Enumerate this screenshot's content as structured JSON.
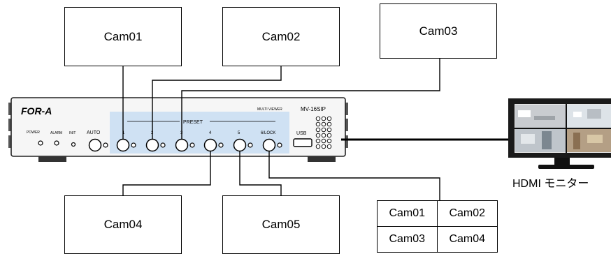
{
  "cameras": {
    "cam01": "Cam01",
    "cam02": "Cam02",
    "cam03": "Cam03",
    "cam04": "Cam04",
    "cam05": "Cam05"
  },
  "multiview": [
    "Cam01",
    "Cam02",
    "Cam03",
    "Cam04"
  ],
  "device": {
    "brand": "FOR-A",
    "subtitle": "MULTI VIEWER",
    "model": "MV-16SIP",
    "preset_label": "PRESET",
    "power": "POWER",
    "alarm": "ALARM",
    "init": "INIT",
    "auto": "AUTO",
    "usb": "USB",
    "buttons": [
      "1",
      "2",
      "3",
      "4",
      "5",
      "6/LOCK"
    ]
  },
  "monitor": {
    "label": "HDMI モニター"
  },
  "colors": {
    "panel": "#cfe1f3",
    "line": "#000000"
  }
}
